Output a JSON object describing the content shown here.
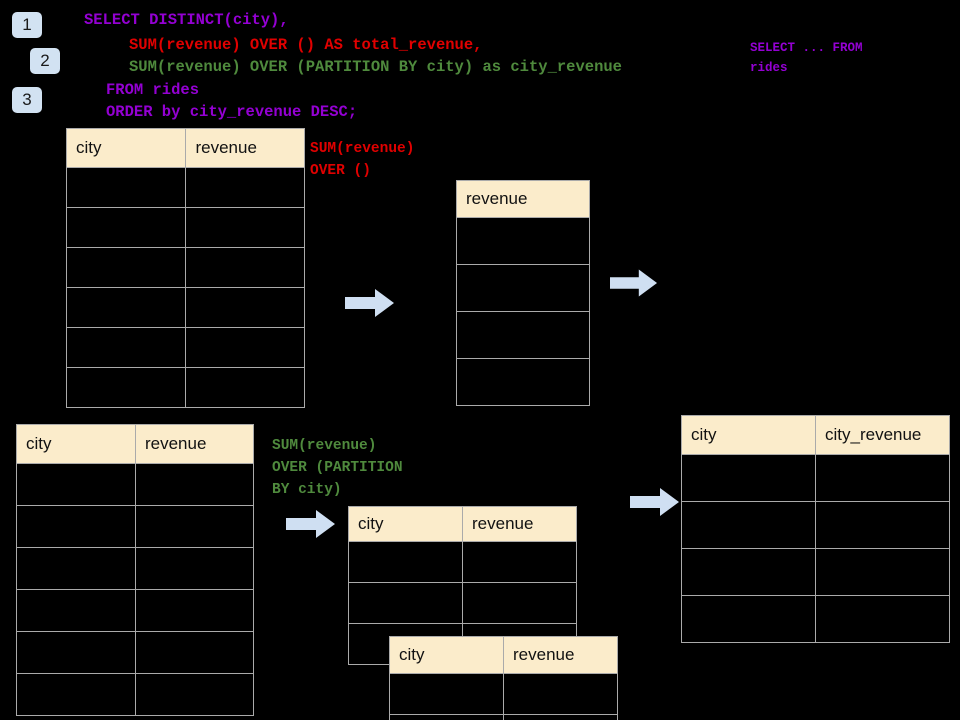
{
  "colors": {
    "background": "#000000",
    "badge_bg": "#d2e2f2",
    "header_bg": "#fbeccb",
    "grid_line": "#aaaaaa",
    "arrow_fill": "#cfdff2",
    "sql_purple": "#9400d3",
    "sql_red": "#e00000",
    "sql_green": "#4f8a3d"
  },
  "badges": [
    {
      "label": "1"
    },
    {
      "label": "2"
    },
    {
      "label": "3"
    }
  ],
  "sql": {
    "lines": [
      {
        "text": "SELECT DISTINCT(city),",
        "color": "purple"
      },
      {
        "text": "SUM(revenue) OVER () AS total_revenue,",
        "color": "red"
      },
      {
        "text": "SUM(revenue) OVER (PARTITION BY city) as city_revenue",
        "color": "green"
      },
      {
        "text": "FROM rides",
        "color": "purple"
      },
      {
        "text": "ORDER by city_revenue DESC;",
        "color": "purple"
      }
    ]
  },
  "side_note": {
    "line1": "SELECT ... FROM",
    "line2": "rides"
  },
  "annotations": {
    "total_revenue": {
      "line1": "SUM(revenue)",
      "line2": "OVER ()"
    },
    "city_revenue": {
      "line1": "SUM(revenue)",
      "line2": "OVER (PARTITION",
      "line3": "BY city)"
    }
  },
  "tables": {
    "source_top": {
      "name": "rides-source-table",
      "headers": [
        "city",
        "revenue"
      ],
      "row_count": 6,
      "rows": [
        [
          "",
          ""
        ],
        [
          "",
          ""
        ],
        [
          "",
          ""
        ],
        [
          "",
          ""
        ],
        [
          "",
          ""
        ],
        [
          "",
          ""
        ]
      ]
    },
    "total_revenue": {
      "name": "total-revenue-table",
      "headers": [
        "revenue"
      ],
      "row_count": 4,
      "rows": [
        [
          ""
        ],
        [
          ""
        ],
        [
          ""
        ],
        [
          ""
        ]
      ]
    },
    "source_bottom": {
      "name": "rides-source-table-2",
      "headers": [
        "city",
        "revenue"
      ],
      "row_count": 6,
      "rows": [
        [
          "",
          ""
        ],
        [
          "",
          ""
        ],
        [
          "",
          ""
        ],
        [
          "",
          ""
        ],
        [
          "",
          ""
        ],
        [
          "",
          ""
        ]
      ]
    },
    "partition_back": {
      "name": "partition-group-table-back",
      "headers": [
        "city",
        "revenue"
      ],
      "row_count": 3,
      "rows": [
        [
          "",
          ""
        ],
        [
          "",
          ""
        ],
        [
          "",
          ""
        ]
      ]
    },
    "partition_front": {
      "name": "partition-group-table-front",
      "headers": [
        "city",
        "revenue"
      ],
      "row_count": 2,
      "rows": [
        [
          "",
          ""
        ],
        [
          "",
          ""
        ]
      ]
    },
    "result": {
      "name": "final-result-table",
      "headers": [
        "city",
        "city_revenue"
      ],
      "row_count": 4,
      "rows": [
        [
          "",
          ""
        ],
        [
          "",
          ""
        ],
        [
          "",
          ""
        ],
        [
          "",
          ""
        ]
      ]
    }
  },
  "arrows": [
    {
      "name": "arrow-source-to-total"
    },
    {
      "name": "arrow-total-to-result"
    },
    {
      "name": "arrow-source-to-partition"
    },
    {
      "name": "arrow-partition-to-result"
    }
  ]
}
